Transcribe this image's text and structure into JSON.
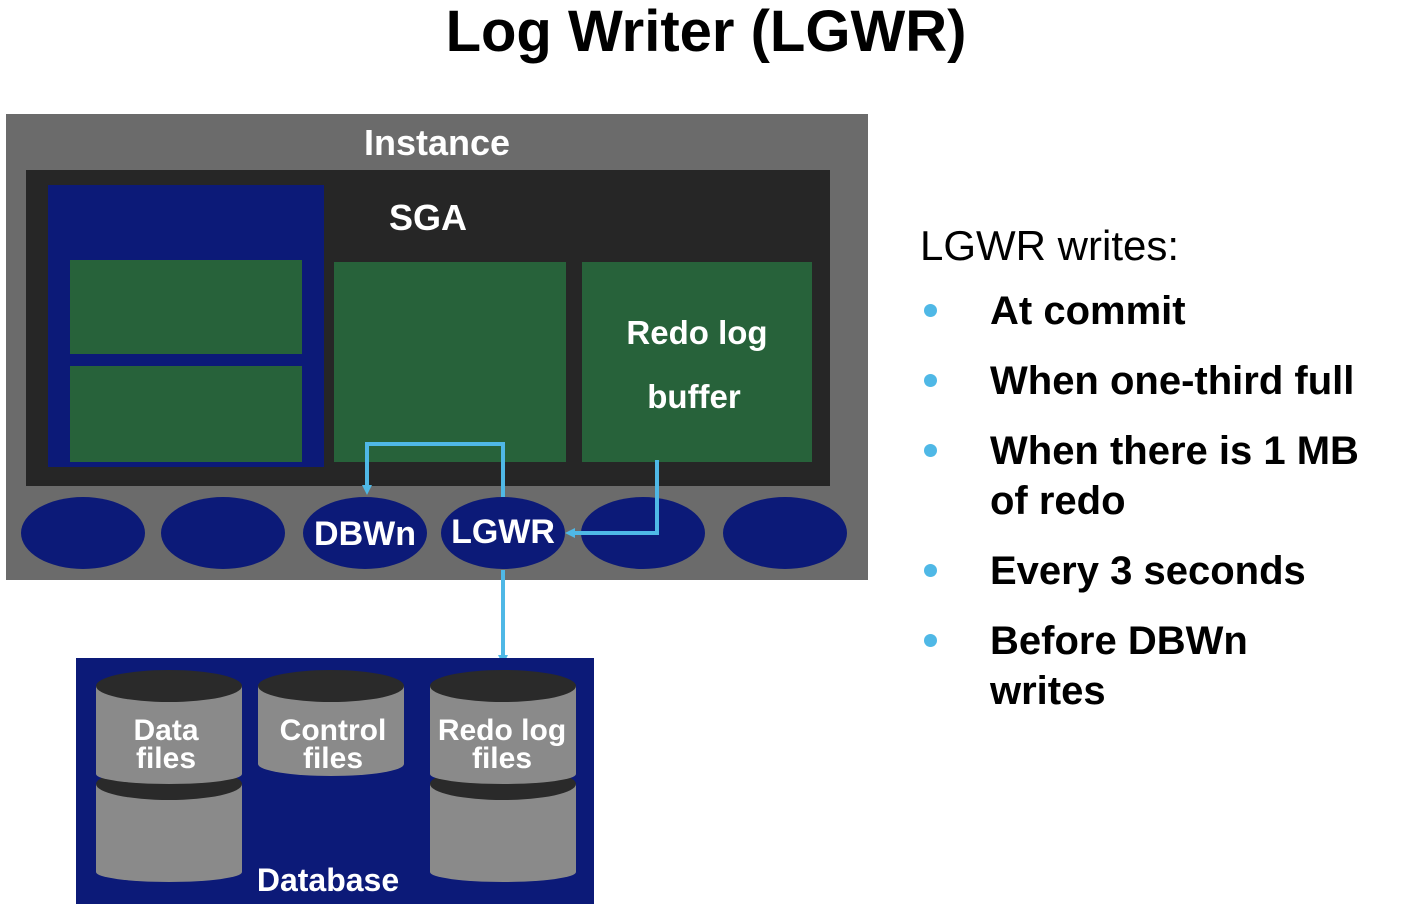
{
  "title": "Log Writer (LGWR)",
  "diagram": {
    "instance_label": "Instance",
    "sga_label": "SGA",
    "redo_buffer_line1": "Redo log",
    "redo_buffer_line2": "buffer",
    "processes": [
      "",
      "",
      "DBWn",
      "LGWR",
      "",
      ""
    ],
    "database_label": "Database",
    "files": [
      {
        "line1": "Data",
        "line2": "files"
      },
      {
        "line1": "Control",
        "line2": "files"
      },
      {
        "line1": "Redo log",
        "line2": "files"
      }
    ]
  },
  "bullets": {
    "heading": "LGWR writes:",
    "items": [
      {
        "line1": "At commit",
        "line2": ""
      },
      {
        "line1": "When one-third full",
        "line2": ""
      },
      {
        "line1": "When there is 1 MB",
        "line2": "of redo"
      },
      {
        "line1": "Every 3 seconds",
        "line2": ""
      },
      {
        "line1": "Before DBWn",
        "line2": "writes"
      }
    ]
  },
  "colors": {
    "instance_bg": "#6b6b6b",
    "sga_bg": "#262626",
    "navy": "#0c1a78",
    "green": "#27623a",
    "disk_gray": "#8a8a8a",
    "disk_top": "#2a2a2a",
    "arrow": "#4fb8e6"
  }
}
